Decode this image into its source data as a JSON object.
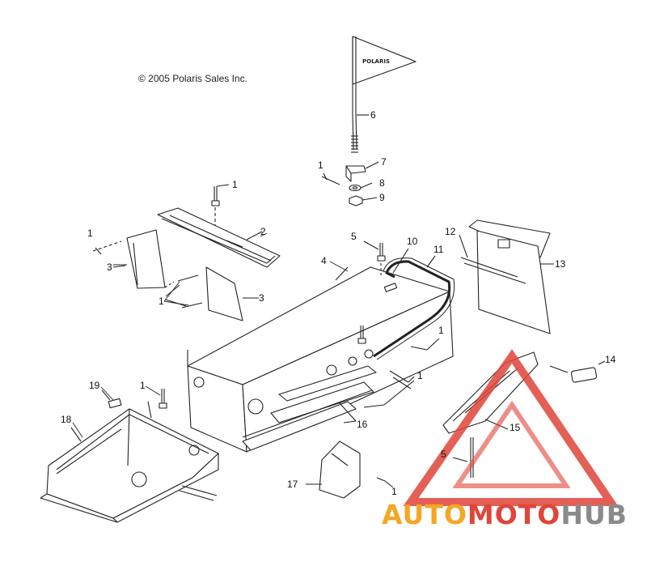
{
  "copyright": "© 2005 Polaris Sales Inc.",
  "flag_logo_text": "POLARIS",
  "callouts": [
    {
      "label": "1"
    },
    {
      "label": "1"
    },
    {
      "label": "1"
    },
    {
      "label": "1"
    },
    {
      "label": "1"
    },
    {
      "label": "1"
    },
    {
      "label": "1"
    },
    {
      "label": "1"
    },
    {
      "label": "2"
    },
    {
      "label": "3"
    },
    {
      "label": "3"
    },
    {
      "label": "4"
    },
    {
      "label": "5"
    },
    {
      "label": "5"
    },
    {
      "label": "6"
    },
    {
      "label": "7"
    },
    {
      "label": "8"
    },
    {
      "label": "9"
    },
    {
      "label": "10"
    },
    {
      "label": "11"
    },
    {
      "label": "12"
    },
    {
      "label": "13"
    },
    {
      "label": "14"
    },
    {
      "label": "15"
    },
    {
      "label": "16"
    },
    {
      "label": "17"
    },
    {
      "label": "18"
    },
    {
      "label": "19"
    }
  ],
  "watermark": {
    "part1": "AUTO",
    "part2": "MOTO",
    "part3": "HUB"
  },
  "colors": {
    "line": "#222222",
    "accent_red": "#e0453a",
    "accent_orange": "#f5a623",
    "accent_gray": "#8a8a8a"
  }
}
